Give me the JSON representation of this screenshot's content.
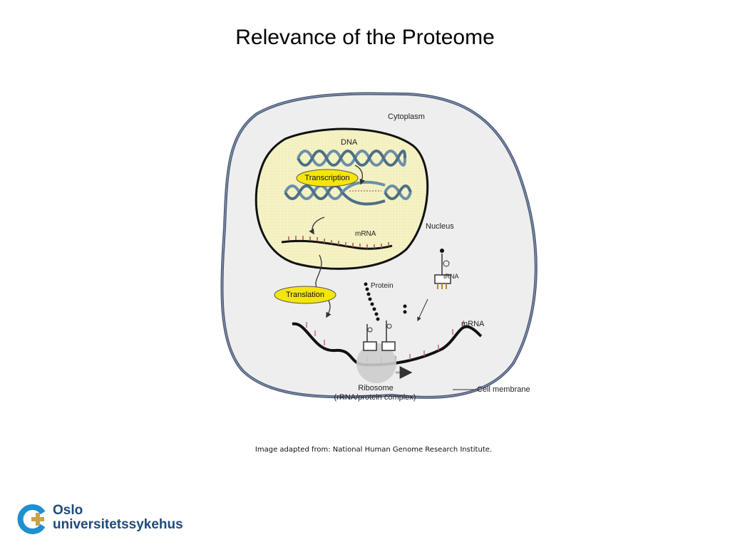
{
  "slide": {
    "title": "Relevance of the Proteome"
  },
  "diagram": {
    "labels": {
      "cytoplasm": "Cytoplasm",
      "dna": "DNA",
      "transcription": "Transcription",
      "nucleus": "Nucleus",
      "mrna_nucleus": "mRNA",
      "trna": "tRNA",
      "protein": "Protein",
      "translation": "Translation",
      "mrna_cytoplasm": "mRNA",
      "ribosome": "Ribosome",
      "ribosome_detail": "(rRNA/protein complex)",
      "cell_membrane": "Cell membrane"
    },
    "colors": {
      "membrane": "#4a5a78",
      "cytoplasm_fill": "#eeeeee",
      "nucleus_fill": "#f6f3c4",
      "highlight": "#f5e60a",
      "dna_strand": "#6a8fa8"
    }
  },
  "caption": "Image adapted from: National Human Genome Research Institute.",
  "logo": {
    "line1": "Oslo",
    "line2": "universitetssykehus",
    "color": "#1d4a7a"
  }
}
